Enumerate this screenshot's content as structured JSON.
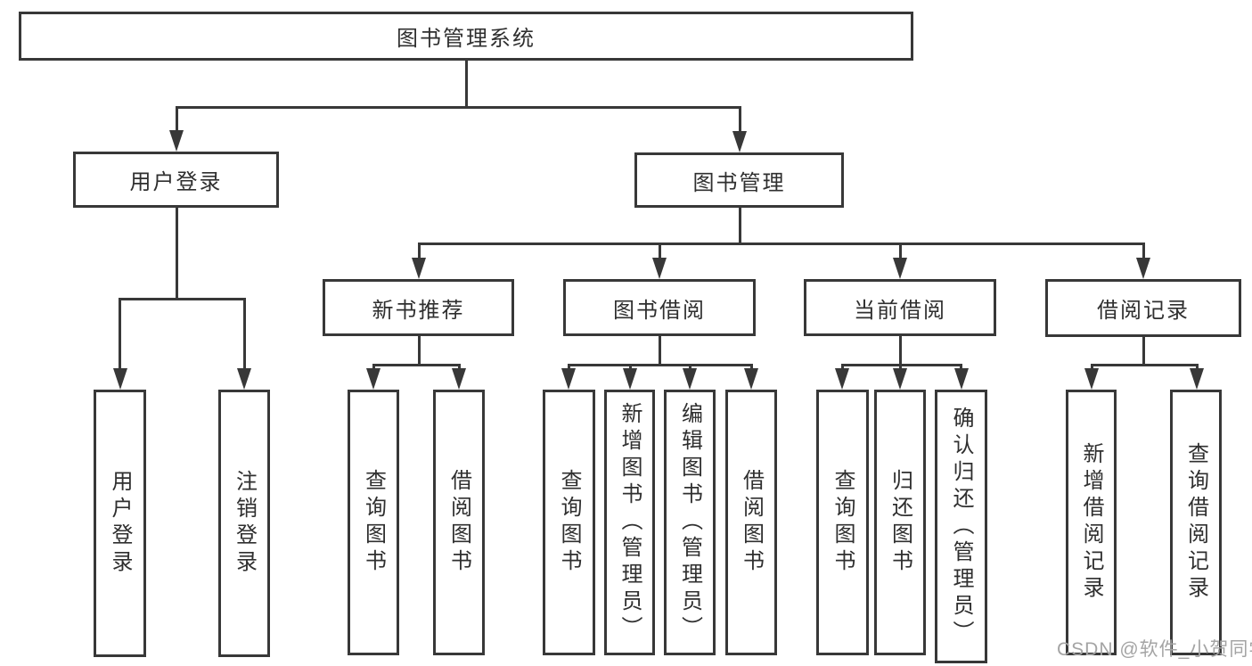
{
  "diagram": {
    "root": {
      "label": "图书管理系统"
    },
    "children": [
      {
        "label": "用户登录",
        "children": [
          {
            "label": "用户登录"
          },
          {
            "label": "注销登录"
          }
        ]
      },
      {
        "label": "图书管理",
        "children": [
          {
            "label": "新书推荐",
            "children": [
              {
                "label": "查询图书"
              },
              {
                "label": "借阅图书"
              }
            ]
          },
          {
            "label": "图书借阅",
            "children": [
              {
                "label": "查询图书"
              },
              {
                "label": "新增图书（管理员）"
              },
              {
                "label": "编辑图书（管理员）"
              },
              {
                "label": "借阅图书"
              }
            ]
          },
          {
            "label": "当前借阅",
            "children": [
              {
                "label": "查询图书"
              },
              {
                "label": "归还图书"
              },
              {
                "label": "确认归还（管理员）"
              }
            ]
          },
          {
            "label": "借阅记录",
            "children": [
              {
                "label": "新增借阅记录"
              },
              {
                "label": "查询借阅记录"
              }
            ]
          }
        ]
      }
    ]
  },
  "watermark": {
    "text": "CSDN @软件_小贺同学"
  },
  "colors": {
    "line": "#383838",
    "text": "#2f2f2f",
    "watermark": "#a4a4a4",
    "background": "#ffffff"
  }
}
